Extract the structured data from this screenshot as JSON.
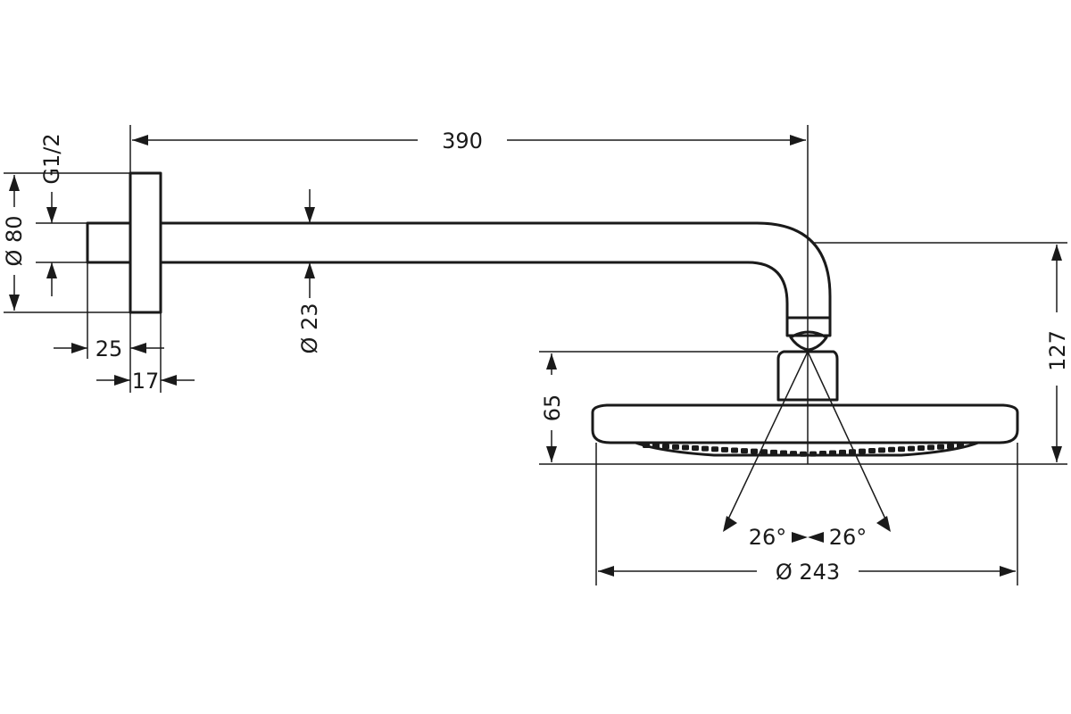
{
  "dimensions": {
    "arm_length": "390",
    "thread": "G1/2",
    "flange_diameter": "Ø 80",
    "pipe_diameter": "Ø 23",
    "stub_length": "25",
    "flange_thickness": "17",
    "head_height": "65",
    "total_drop": "127",
    "spray_angle_left": "26°",
    "spray_angle_right": "26°",
    "head_diameter": "Ø 243"
  }
}
